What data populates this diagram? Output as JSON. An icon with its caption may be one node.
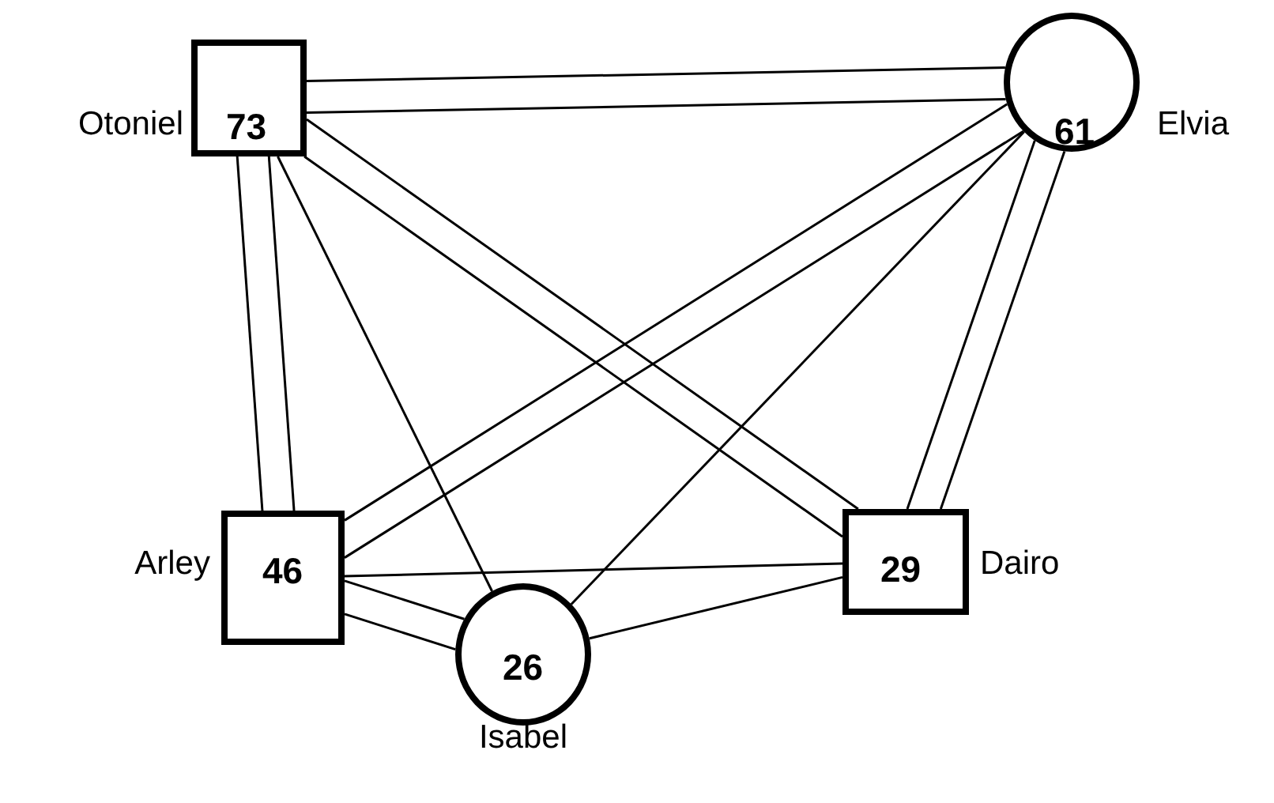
{
  "diagram": {
    "nodes": [
      {
        "text": [
          "73"
        ],
        "beside": [
          "Otoniel"
        ]
      },
      {
        "text": [
          "61"
        ],
        "beside": [
          "Elvia"
        ]
      },
      {
        "text": [
          "46"
        ],
        "beside": [
          "Arley"
        ]
      },
      {
        "text": [
          "26"
        ],
        "beside": [
          "Isabel"
        ]
      },
      {
        "text": [
          "29"
        ],
        "beside": [
          "Dairo"
        ]
      }
    ],
    "edges": [
      {
        "from": 0,
        "to": 1,
        "arrow": "none"
      },
      {
        "from": 0,
        "to": 1,
        "arrow": "none"
      },
      {
        "from": 0,
        "to": 2,
        "arrow": "none"
      },
      {
        "from": 0,
        "to": 2,
        "arrow": "none"
      },
      {
        "from": 0,
        "to": 3,
        "arrow": "none"
      },
      {
        "from": 0,
        "to": 4,
        "arrow": "none"
      },
      {
        "from": 0,
        "to": 4,
        "arrow": "none"
      },
      {
        "from": 1,
        "to": 2,
        "arrow": "none"
      },
      {
        "from": 1,
        "to": 2,
        "arrow": "none"
      },
      {
        "from": 1,
        "to": 3,
        "arrow": "none"
      },
      {
        "from": 1,
        "to": 4,
        "arrow": "none"
      },
      {
        "from": 1,
        "to": 4,
        "arrow": "none"
      },
      {
        "from": 2,
        "to": 4,
        "arrow": "none"
      },
      {
        "from": 2,
        "to": 3,
        "arrow": "none"
      },
      {
        "from": 2,
        "to": 3,
        "arrow": "none"
      },
      {
        "from": 3,
        "to": 4,
        "arrow": "none"
      }
    ]
  }
}
